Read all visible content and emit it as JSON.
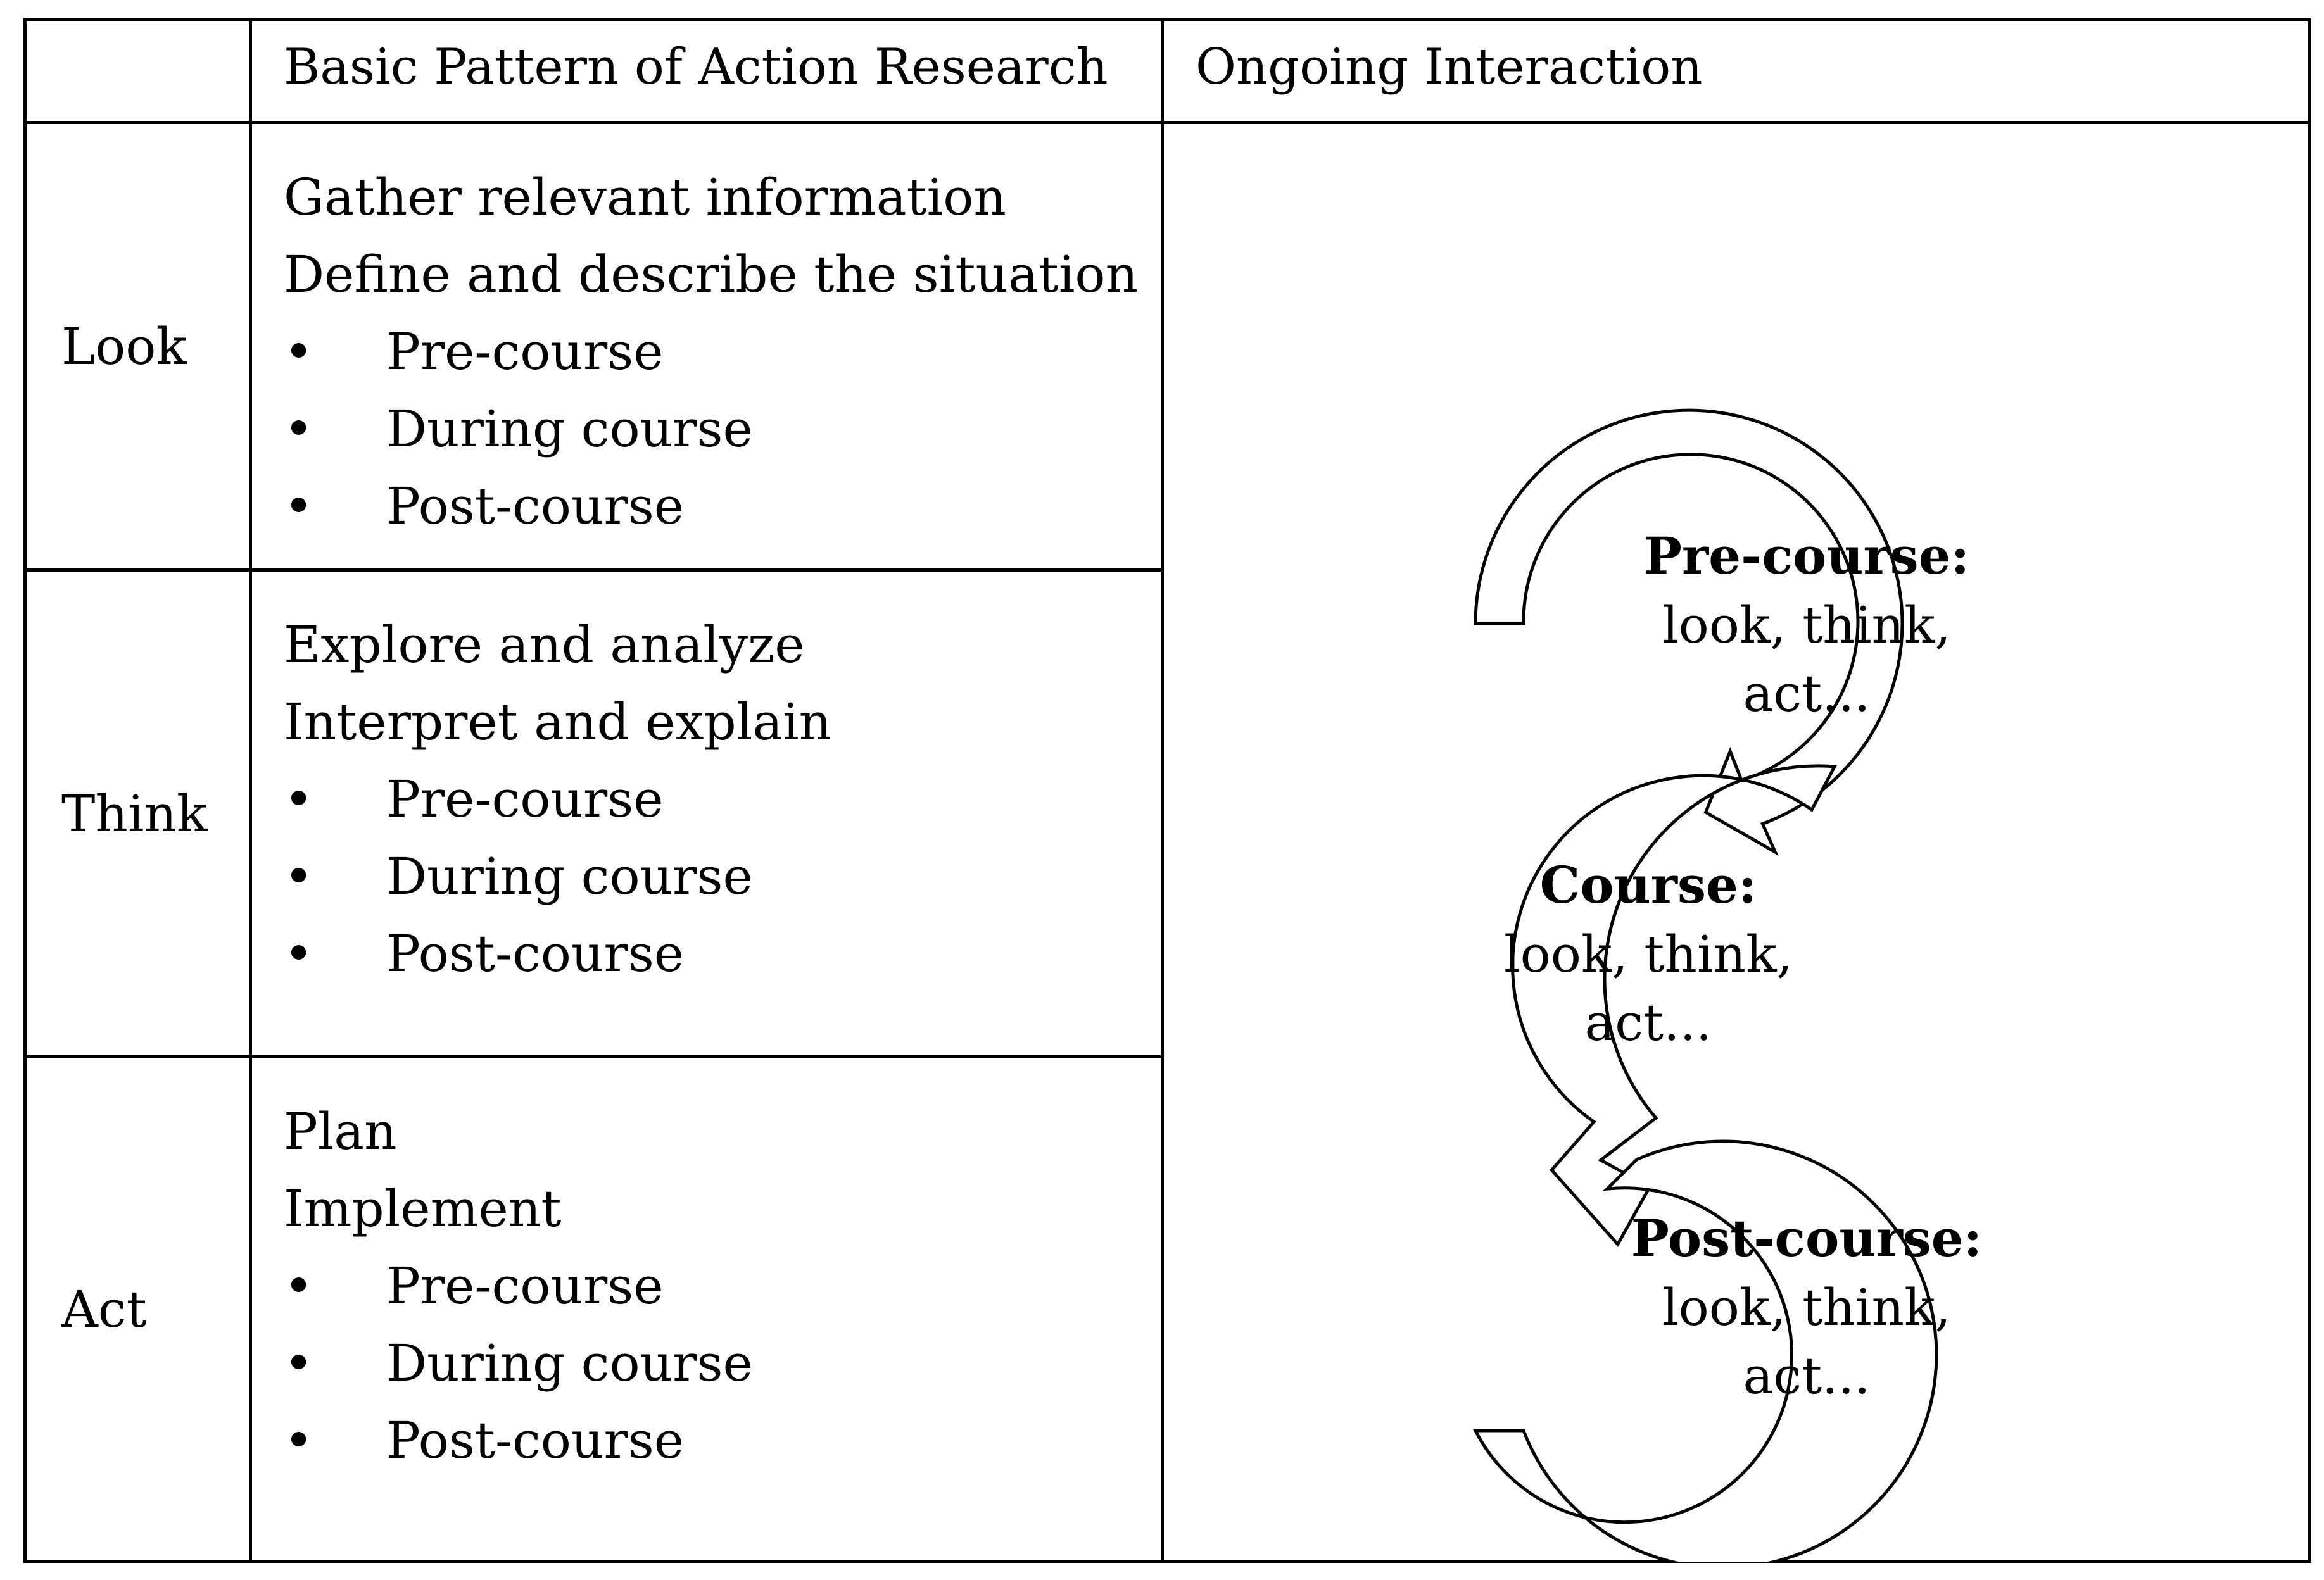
{
  "table": {
    "headers": {
      "corner": "",
      "pattern": "Basic Pattern of Action Research",
      "cycle": "Ongoing Interaction"
    },
    "rows": [
      {
        "stage": "Look",
        "lines": [
          "Gather relevant information",
          "Define and describe the situation"
        ],
        "bullets": [
          "Pre-course",
          "During course",
          "Post-course"
        ]
      },
      {
        "stage": "Think",
        "lines": [
          "Explore and analyze",
          "Interpret and explain"
        ],
        "bullets": [
          "Pre-course",
          "During course",
          "Post-course"
        ]
      },
      {
        "stage": "Act",
        "lines": [
          "Plan",
          "Implement"
        ],
        "bullets": [
          "Pre-course",
          "During course",
          "Post-course"
        ]
      }
    ]
  },
  "cycle": {
    "nodes": [
      {
        "title": "Pre-course:",
        "line1": "look, think,",
        "line2": "act..."
      },
      {
        "title": "Course:",
        "line1": "look, think,",
        "line2": "act..."
      },
      {
        "title": "Post-course:",
        "line1": "look, think,",
        "line2": "act..."
      }
    ]
  },
  "bullet_glyph": "•"
}
